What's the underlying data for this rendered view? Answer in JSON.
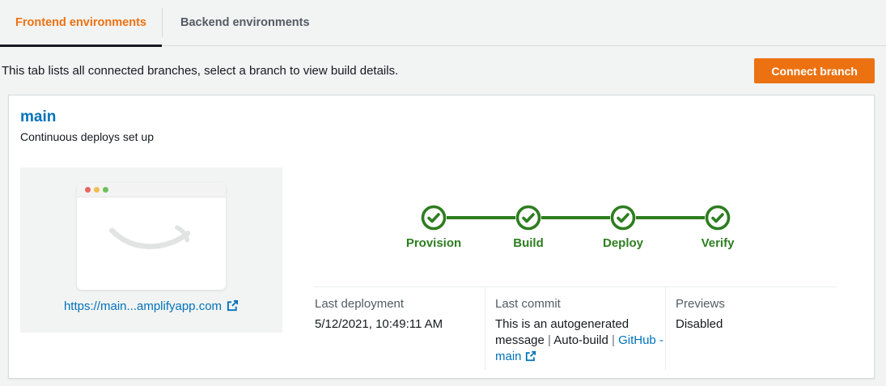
{
  "tabs": {
    "frontend": {
      "label": "Frontend environments",
      "active": true
    },
    "backend": {
      "label": "Backend environments",
      "active": false
    }
  },
  "subheader": {
    "description": "This tab lists all connected branches, select a branch to view build details.",
    "connect_button_label": "Connect branch"
  },
  "branch_card": {
    "name": "main",
    "subtitle": "Continuous deploys set up",
    "preview_url": "https://main...amplifyapp.com",
    "pipeline": {
      "stages": [
        {
          "label": "Provision",
          "status": "success"
        },
        {
          "label": "Build",
          "status": "success"
        },
        {
          "label": "Deploy",
          "status": "success"
        },
        {
          "label": "Verify",
          "status": "success"
        }
      ]
    },
    "details": {
      "last_deployment": {
        "label": "Last deployment",
        "value": "5/12/2021, 10:49:11 AM"
      },
      "last_commit": {
        "label": "Last commit",
        "message": "This is an autogenerated message",
        "separator": "|",
        "auto_build": "Auto-build",
        "link_label": "GitHub - main"
      },
      "previews": {
        "label": "Previews",
        "value": "Disabled"
      }
    }
  },
  "colors": {
    "accent_orange": "#ec7211",
    "link_blue": "#0073bb",
    "success_green": "#2e7d20",
    "active_tab_underline": "#16191f",
    "page_background": "#f2f3f3"
  }
}
